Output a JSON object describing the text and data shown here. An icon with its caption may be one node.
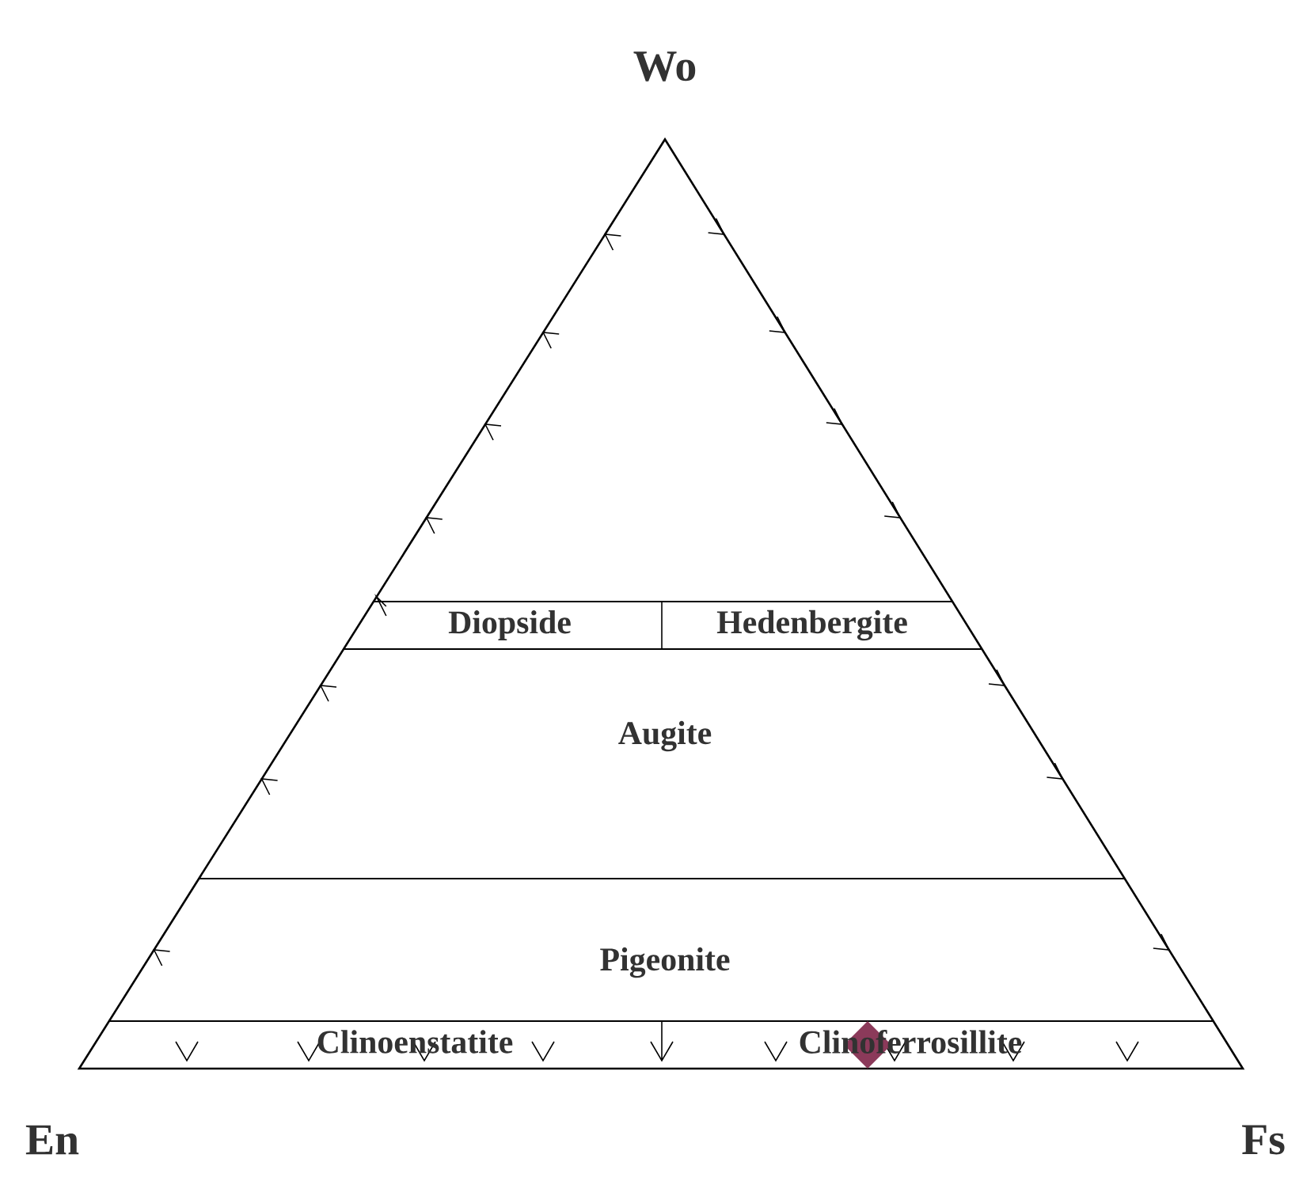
{
  "diagram": {
    "labels": [
      "Wo",
      "Diopside",
      "Hedenbergite",
      "Augite",
      "Pigeonite",
      "Clinoenstatite",
      "Clinoferrosillite",
      "En",
      "Fs"
    ]
  }
}
